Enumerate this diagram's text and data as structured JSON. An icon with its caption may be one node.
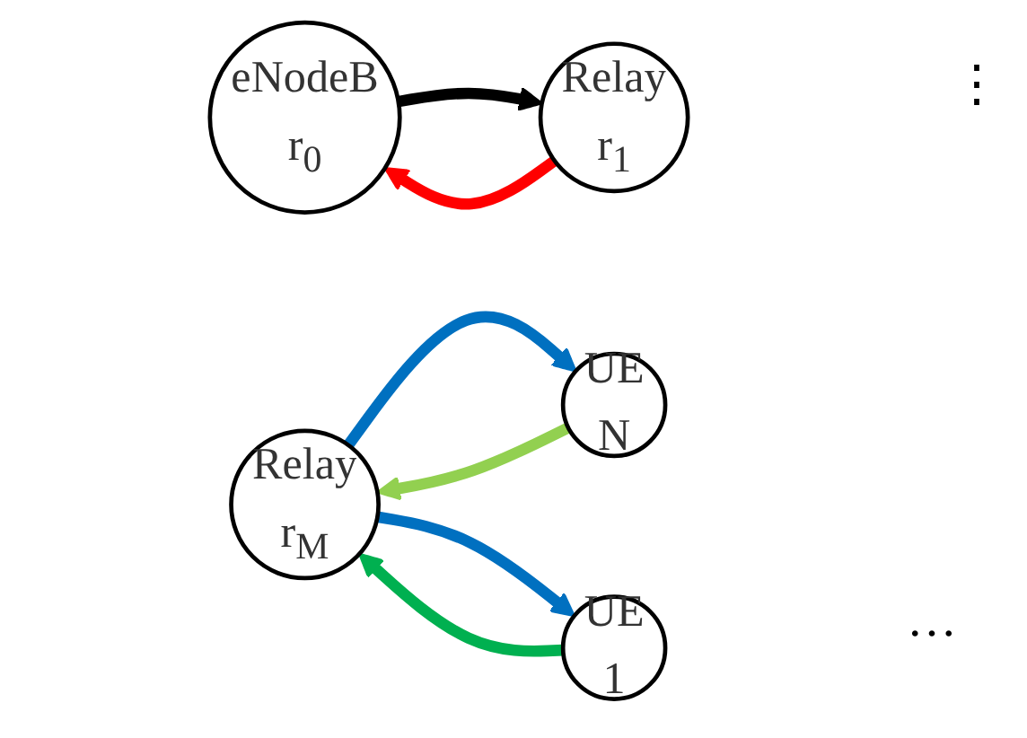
{
  "diagram": {
    "nodes": [
      {
        "text": [
          "eNodeB",
          "r$_{0}$"
        ]
      },
      {
        "text": [
          "Relay",
          "r$_{1}$"
        ]
      },
      {
        "text": [
          "Relay",
          "r$_{M}$"
        ]
      },
      {
        "text": [
          "UE",
          "N"
        ]
      },
      {
        "text": [
          "UE",
          "1"
        ]
      }
    ],
    "edges": [
      {
        "from": 1,
        "to": 0,
        "arrow": "to",
        "color": "#ff0000"
      },
      {
        "from": 0,
        "to": 1,
        "arrow": "to",
        "color": "#000000"
      },
      {
        "from": 3,
        "to": 2,
        "arrow": "to",
        "color": "#92d050"
      },
      {
        "from": 2,
        "to": 3,
        "arrow": "to",
        "color": "#0070c0"
      },
      {
        "from": 2,
        "to": 4,
        "arrow": "to",
        "color": "#0070c0"
      },
      {
        "from": 4,
        "to": 2,
        "arrow": "to",
        "color": "#00b050"
      }
    ],
    "labels": [
      "…",
      "⋮"
    ]
  }
}
